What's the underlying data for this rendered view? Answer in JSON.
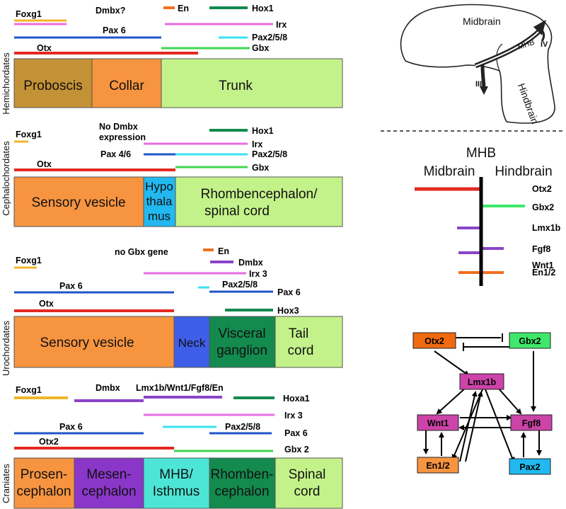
{
  "panels": [
    {
      "clade": "Hemichordates",
      "genes": [
        {
          "label": "Foxg1",
          "color": "#f0b62a"
        },
        {
          "label": "Dmbx?",
          "color": ""
        },
        {
          "label": "En",
          "color": "#f07020"
        },
        {
          "label": "Hox1",
          "color": "#138a4e"
        },
        {
          "label": "Irx",
          "color": "#e86de0"
        },
        {
          "label": "Pax 6",
          "color": "#1f55c8"
        },
        {
          "label": "Pax2/5/8",
          "color": "#3be3ef"
        },
        {
          "label": "Gbx",
          "color": "#3fd64f"
        },
        {
          "label": "Otx",
          "color": "#e32a22"
        }
      ],
      "regions": [
        {
          "label": "Proboscis",
          "color": "#c49236"
        },
        {
          "label": "Collar",
          "color": "#f79440"
        },
        {
          "label": "Trunk",
          "color": "#c4f28a"
        }
      ]
    },
    {
      "clade": "Cephalochordates",
      "genes": [
        {
          "label": "Foxg1",
          "color": "#f0b62a"
        },
        {
          "label": "No Dmbx",
          "color": ""
        },
        {
          "label": "expression",
          "color": ""
        },
        {
          "label": "Hox1",
          "color": "#138a4e"
        },
        {
          "label": "Irx",
          "color": "#e86de0"
        },
        {
          "label": "Pax 4/6",
          "color": "#1f55c8"
        },
        {
          "label": "Pax2/5/8",
          "color": "#3be3ef"
        },
        {
          "label": "Gbx",
          "color": "#3fd64f"
        },
        {
          "label": "Otx",
          "color": "#e32a22"
        }
      ],
      "regions": [
        {
          "label": "Sensory vesicle",
          "color": "#f79440"
        },
        {
          "label": "Hypo",
          "color": "#22b8f0"
        },
        {
          "label": "thala",
          "color": ""
        },
        {
          "label": "mus",
          "color": ""
        },
        {
          "label": "Rhombencephalon/",
          "color": "#c4f28a"
        },
        {
          "label": "spinal cord",
          "color": ""
        }
      ]
    },
    {
      "clade": "Urochordates",
      "genes": [
        {
          "label": "no Gbx gene",
          "color": ""
        },
        {
          "label": "En",
          "color": "#f07020"
        },
        {
          "label": "Foxg1",
          "color": "#f0b62a"
        },
        {
          "label": "Dmbx",
          "color": "#8a44c8"
        },
        {
          "label": "Irx 3",
          "color": "#e86de0"
        },
        {
          "label": "Pax 6",
          "color": "#1f55c8"
        },
        {
          "label": "Pax2/5/8",
          "color": "#3be3ef"
        },
        {
          "label": "Pax 6",
          "color": "#1f55c8"
        },
        {
          "label": "Otx",
          "color": "#e32a22"
        },
        {
          "label": "Hox3",
          "color": "#138a4e"
        }
      ],
      "regions": [
        {
          "label": "Sensory vesicle",
          "color": "#f79440"
        },
        {
          "label": "Neck",
          "color": "#3f5ee8"
        },
        {
          "label": "Visceral",
          "color": "#138a4e"
        },
        {
          "label": "ganglion",
          "color": ""
        },
        {
          "label": "Tail",
          "color": "#c4f28a"
        },
        {
          "label": "cord",
          "color": ""
        }
      ]
    },
    {
      "clade": "Craniates",
      "genes": [
        {
          "label": "Foxg1",
          "color": "#f0b62a"
        },
        {
          "label": "Dmbx",
          "color": "#8a44c8"
        },
        {
          "label": "Lmx1b/Wnt1/Fgf8/En",
          "color": "#8a44c8"
        },
        {
          "label": "Hoxa1",
          "color": "#138a4e"
        },
        {
          "label": "Irx 3",
          "color": "#e86de0"
        },
        {
          "label": "Pax 6",
          "color": "#1f55c8"
        },
        {
          "label": "Pax2/5/8",
          "color": "#3be3ef"
        },
        {
          "label": "Pax 6",
          "color": "#1f55c8"
        },
        {
          "label": "Otx2",
          "color": "#e32a22"
        },
        {
          "label": "Gbx 2",
          "color": "#3fd64f"
        }
      ],
      "regions": [
        {
          "label": "Prosen-",
          "color": "#f79440"
        },
        {
          "label": "cephalon",
          "color": ""
        },
        {
          "label": "Mesen-",
          "color": "#8a36c8"
        },
        {
          "label": "cephalon",
          "color": ""
        },
        {
          "label": "MHB/",
          "color": "#4de6d6"
        },
        {
          "label": "Isthmus",
          "color": ""
        },
        {
          "label": "Rhomben-",
          "color": "#138a4e"
        },
        {
          "label": "cephalon",
          "color": ""
        },
        {
          "label": "Spinal",
          "color": "#c4f28a"
        },
        {
          "label": "cord",
          "color": ""
        }
      ]
    }
  ],
  "brain": {
    "midbrain": "Midbrain",
    "hindbrain": "Hindbrain",
    "mhb": "MHB",
    "nerve_iii": "III",
    "nerve_iv": "IV"
  },
  "mhb_panel": {
    "title": "MHB",
    "midbrain": "Midbrain",
    "hindbrain": "Hindbrain",
    "genes": [
      {
        "label": "Otx2",
        "color": "#e32a22"
      },
      {
        "label": "Gbx2",
        "color": "#3fe86a"
      },
      {
        "label": "Lmx1b",
        "color": "#8a44c8"
      },
      {
        "label": "Fgf8",
        "color": "#8a44c8"
      },
      {
        "label": "Wnt1",
        "color": "#8a44c8"
      },
      {
        "label": "En1/2",
        "color": "#f07020"
      }
    ]
  },
  "network": {
    "nodes": [
      {
        "label": "Otx2",
        "color": "#f06a10"
      },
      {
        "label": "Gbx2",
        "color": "#3fe86a"
      },
      {
        "label": "Lmx1b",
        "color": "#cc44a8"
      },
      {
        "label": "Wnt1",
        "color": "#cc44a8"
      },
      {
        "label": "Fgf8",
        "color": "#cc44a8"
      },
      {
        "label": "En1/2",
        "color": "#f79440"
      },
      {
        "label": "Pax2",
        "color": "#22b8f0"
      }
    ]
  }
}
